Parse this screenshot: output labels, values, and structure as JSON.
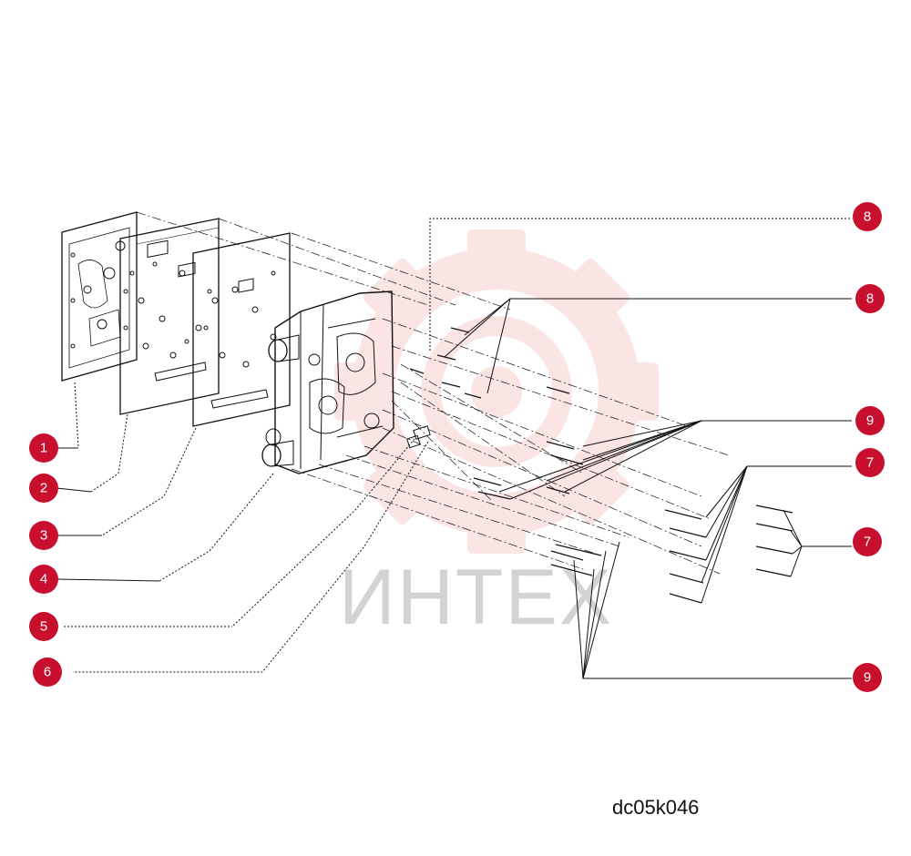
{
  "diagram": {
    "code": "dc05k046",
    "watermark_text": "ИНТЕХ",
    "callout_color": "#c8102e",
    "watermark_color": "#f08a8a",
    "callouts": [
      {
        "label": "1"
      },
      {
        "label": "2"
      },
      {
        "label": "3"
      },
      {
        "label": "4"
      },
      {
        "label": "5"
      },
      {
        "label": "6"
      },
      {
        "label": "8"
      },
      {
        "label": "8"
      },
      {
        "label": "9"
      },
      {
        "label": "7"
      },
      {
        "label": "7"
      },
      {
        "label": "9"
      }
    ]
  }
}
